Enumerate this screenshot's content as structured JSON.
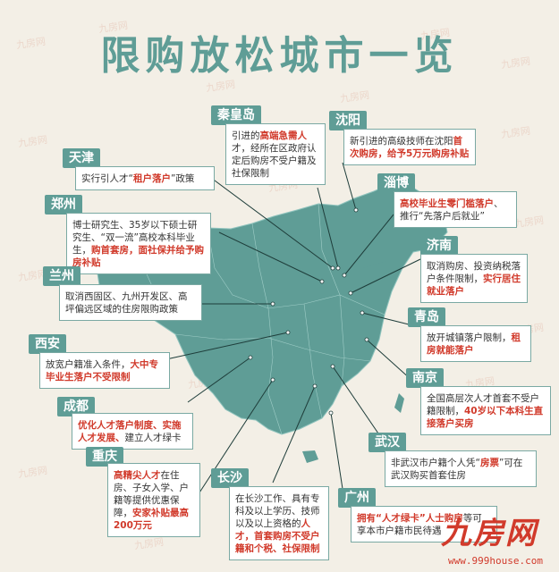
{
  "title": "限购放松城市一览",
  "watermark": "九房网",
  "logo": {
    "name": "九房网",
    "url": "www.999house.com"
  },
  "colors": {
    "teal": "#5f9d96",
    "red": "#d13a2b"
  },
  "cities": [
    {
      "id": "qinhuangdao",
      "name": "秦皇岛",
      "parts": [
        {
          "t": "引进的"
        },
        {
          "t": "高端急需人",
          "r": true
        },
        {
          "t": "才，经所在区政府认定后购房不受户籍及社保限制"
        }
      ]
    },
    {
      "id": "shenyang",
      "name": "沈阳",
      "parts": [
        {
          "t": "新引进的高级技师在沈阳"
        },
        {
          "t": "首次购房，给予5万元购房补贴",
          "r": true
        }
      ]
    },
    {
      "id": "tianjin",
      "name": "天津",
      "parts": [
        {
          "t": "实行引人才“"
        },
        {
          "t": "租户落户",
          "r": true
        },
        {
          "t": "”政策"
        }
      ]
    },
    {
      "id": "zibo",
      "name": "淄博",
      "parts": [
        {
          "t": "高校毕业生零门槛落户",
          "r": true
        },
        {
          "t": "、推行“先落户后就业”"
        }
      ]
    },
    {
      "id": "zhengzhou",
      "name": "郑州",
      "parts": [
        {
          "t": "博士研究生、35岁以下硕士研究生、“双一流”高校本科毕业生，"
        },
        {
          "t": "购首套房，面社保并给予购房补贴",
          "r": true
        }
      ]
    },
    {
      "id": "jinan",
      "name": "济南",
      "parts": [
        {
          "t": "取消购房、投资纳税落户条件限制，"
        },
        {
          "t": "实行居住就业落户",
          "r": true
        }
      ]
    },
    {
      "id": "lanzhou",
      "name": "兰州",
      "parts": [
        {
          "t": "取消西固区、九州开发区、高坪偏远区域的住房限购政策"
        }
      ]
    },
    {
      "id": "qingdao",
      "name": "青岛",
      "parts": [
        {
          "t": "放开城镇落户限制，"
        },
        {
          "t": "租房就能落户",
          "r": true
        }
      ]
    },
    {
      "id": "xian",
      "name": "西安",
      "parts": [
        {
          "t": "放宽户籍准入条件，"
        },
        {
          "t": "大中专毕业生落户不受限制",
          "r": true
        }
      ]
    },
    {
      "id": "nanjing",
      "name": "南京",
      "parts": [
        {
          "t": "全国高层次人才首套不受户籍限制，"
        },
        {
          "t": "40岁以下本科生直接落户买房",
          "r": true
        }
      ]
    },
    {
      "id": "chengdu",
      "name": "成都",
      "parts": [
        {
          "t": "优化人才落户制度、实施人才发展、",
          "r": true
        },
        {
          "t": "建立人才绿卡"
        }
      ]
    },
    {
      "id": "wuhan",
      "name": "武汉",
      "parts": [
        {
          "t": "非武汉市户籍个人凭“"
        },
        {
          "t": "房票",
          "r": true
        },
        {
          "t": "”可在武汉购买首套住房"
        }
      ]
    },
    {
      "id": "chongqing",
      "name": "重庆",
      "parts": [
        {
          "t": "高精尖人才",
          "r": true
        },
        {
          "t": "在住房、子女入学、户籍等提供优惠保障，"
        },
        {
          "t": "安家补贴最高200万元",
          "r": true
        }
      ]
    },
    {
      "id": "changsha",
      "name": "长沙",
      "parts": [
        {
          "t": "在长沙工作、具有专科及以上学历、技师以及以上资格的"
        },
        {
          "t": "人才，首套购房不受户籍和个税、社保限制",
          "r": true
        }
      ]
    },
    {
      "id": "guangzhou",
      "name": "广州",
      "parts": [
        {
          "t": "拥有“人才绿卡”人士购房",
          "r": true
        },
        {
          "t": "等可享本市户籍市民待遇"
        }
      ]
    }
  ]
}
